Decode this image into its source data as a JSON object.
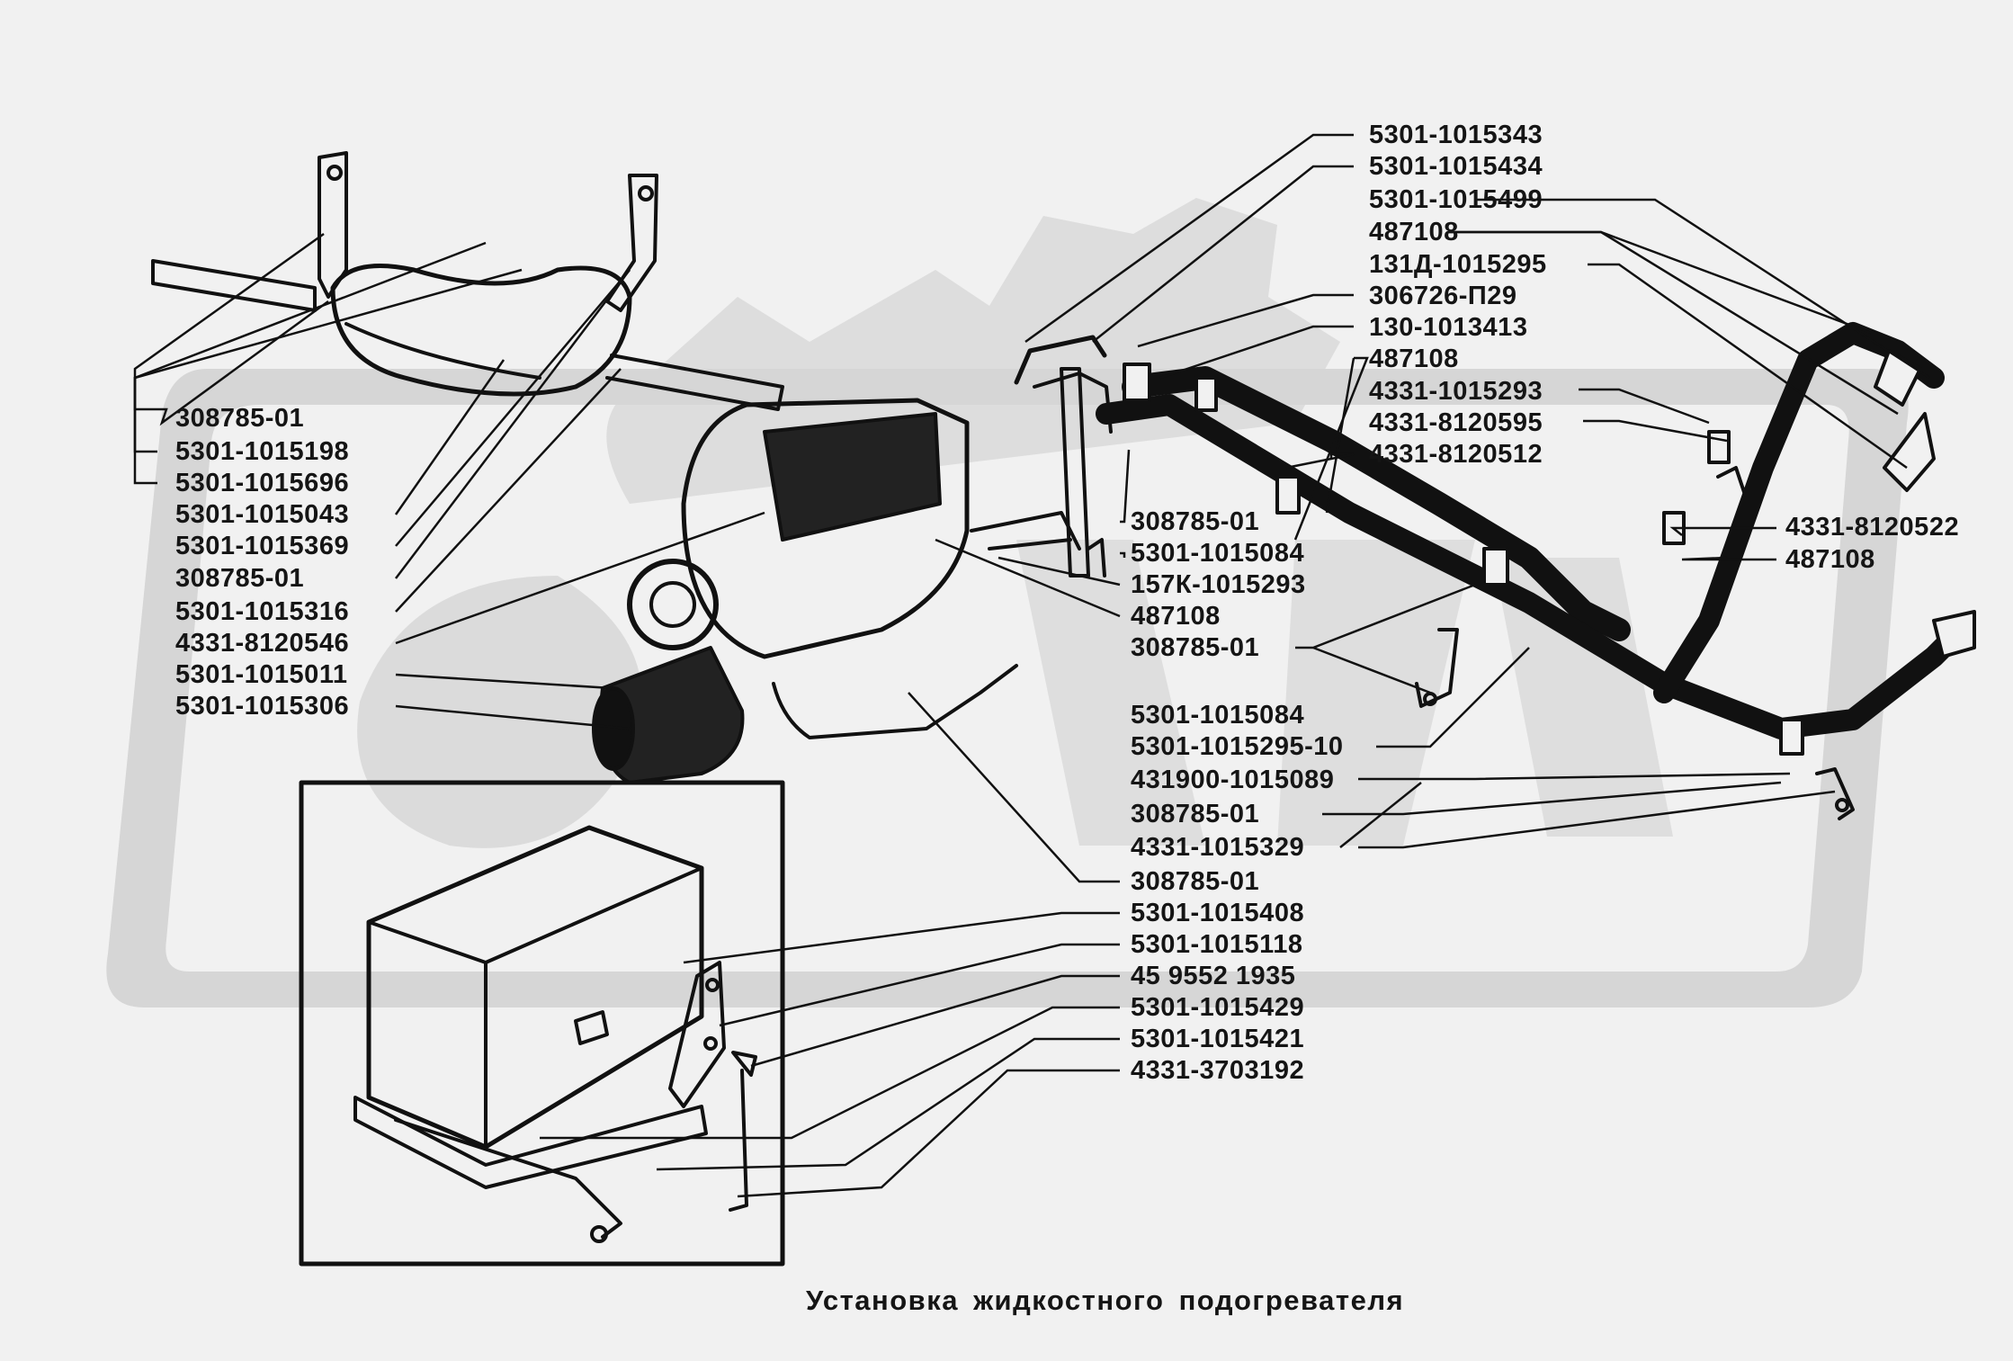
{
  "caption": "Установка жидкостного подогревателя",
  "labels": {
    "l01": "5301-1015343",
    "l02": "5301-1015434",
    "l03": "5301-1015499",
    "l04": "487108",
    "l05": "131Д-1015295",
    "l06": "306726-П29",
    "l07": "130-1013413",
    "l08": "487108",
    "l09": "4331-1015293",
    "l10": "4331-8120595",
    "l11": "4331-8120512",
    "l12": "308785-01",
    "l13": "5301-1015084",
    "l14": "157К-1015293",
    "l15": "487108",
    "l16": "308785-01",
    "l17": "4331-8120522",
    "l18": "487108",
    "l19": "5301-1015084",
    "l20": "5301-1015295-10",
    "l21": "431900-1015089",
    "l22": "308785-01",
    "l23": "4331-1015329",
    "l24": "308785-01",
    "l25": "5301-1015408",
    "l26": "5301-1015118",
    "l27": "45 9552 1935",
    "l28": "5301-1015429",
    "l29": "5301-1015421",
    "l30": "4331-3703192",
    "r01": "308785-01",
    "r02": "5301-1015198",
    "r03": "5301-1015696",
    "r04": "5301-1015043",
    "r05": "5301-1015369",
    "r06": "308785-01",
    "r07": "5301-1015316",
    "r08": "4331-8120546",
    "r09": "5301-1015011",
    "r10": "5301-1015306"
  }
}
